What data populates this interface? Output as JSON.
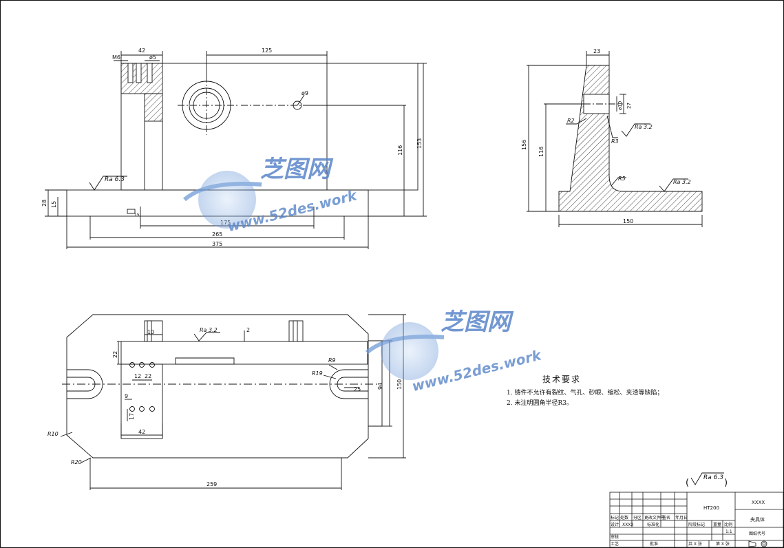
{
  "front_view": {
    "dims": {
      "w42": "42",
      "m6": "M6",
      "d5": "ø5",
      "d125": "125",
      "d9": "ø9",
      "h116": "116",
      "h153": "153",
      "h28": "28",
      "h15": "15",
      "w15": "15",
      "w175": "175",
      "w265": "265",
      "w375": "375"
    },
    "roughness": "Ra 6.3"
  },
  "side_view": {
    "dims": {
      "w23": "23",
      "h156": "156",
      "h116": "116",
      "r2": "R2",
      "r3": "R3",
      "r5": "R5",
      "d10": "ø10",
      "d27": "27",
      "w150": "150"
    },
    "roughness_1": "Ra 3.2",
    "roughness_2": "Ra 3.2"
  },
  "top_view": {
    "dims": {
      "w10": "10",
      "ra": "Ra 3.2",
      "w2": "2",
      "h22": "22",
      "w12": "12",
      "w22": "22",
      "r9": "R9",
      "r19": "R19",
      "w25": "25",
      "h94": "94",
      "h150": "150",
      "w9": "9",
      "h17": "17",
      "w42": "42",
      "r10": "R10",
      "r20": "R20",
      "w259": "259"
    }
  },
  "notes": {
    "title": "技术要求",
    "items": [
      "1. 铸件不允许有裂纹、气孔、砂眼、缩松、夹渣等缺陷；",
      "2. 未注明圆角半径R3。"
    ]
  },
  "general_roughness": "Ra 6.3",
  "title_block": {
    "material": "HT200",
    "code": "XXXX",
    "name": "夹具体",
    "labels": {
      "mark": "标记",
      "count": "处数",
      "zone": "分区",
      "change_doc": "更改文件号",
      "sign": "签名",
      "date": "年月日",
      "design": "设计",
      "designer": "XXXX",
      "standardize": "标准化",
      "stage_mark": "阶段标记",
      "weight": "重量",
      "scale": "比例",
      "scale_value": "1:1",
      "review": "审核",
      "process": "工艺",
      "approve": "批准",
      "total": "共 X 张",
      "sheet": "第 X 张",
      "drawing_code": "图纸代号"
    }
  },
  "watermarks": [
    {
      "cn": "芝图网",
      "url": "www.52des.work"
    },
    {
      "cn": "芝图网",
      "url": "www.52des.work"
    }
  ]
}
